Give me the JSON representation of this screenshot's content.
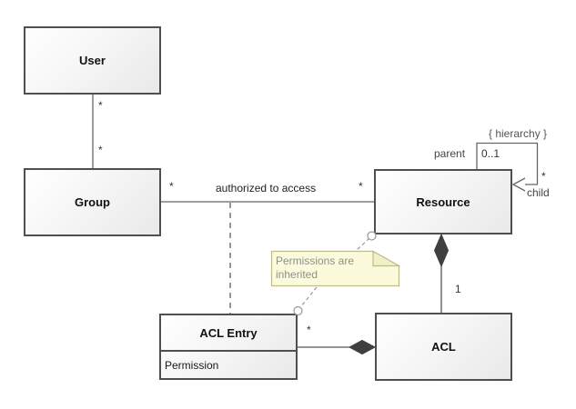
{
  "diagram": {
    "classes": [
      {
        "name": "User"
      },
      {
        "name": "Group"
      },
      {
        "name": "Resource"
      },
      {
        "name": "ACL Entry",
        "attributes": [
          "Permission"
        ]
      },
      {
        "name": "ACL"
      }
    ],
    "note": {
      "text": "Permissions are inherited"
    },
    "labels": {
      "user_group_mult_user_end": "*",
      "user_group_mult_group_end": "*",
      "authorized_assoc_name": "authorized to access",
      "authorized_mult_group_end": "*",
      "authorized_mult_resource_end": "*",
      "hierarchy_constraint": "{ hierarchy }",
      "parent_role": "parent",
      "parent_mult": "0..1",
      "child_role": "child",
      "child_mult": "*",
      "resource_acl_mult_acl_end": "1",
      "acl_aclentry_mult_entry_end": "*"
    },
    "colors": {
      "canvas_bg": "#ffffff",
      "class_border": "#4f4f4f",
      "class_fill_top": "#ffffff",
      "class_fill_bottom": "#e9e9e9",
      "connector": "#666666",
      "composition_diamond": "#3f3f3f",
      "note_fill": "#fbfbdb",
      "note_fold_fill": "#f1f1c8",
      "note_border": "#bcbc8e",
      "note_text": "#8f8f8f"
    }
  }
}
